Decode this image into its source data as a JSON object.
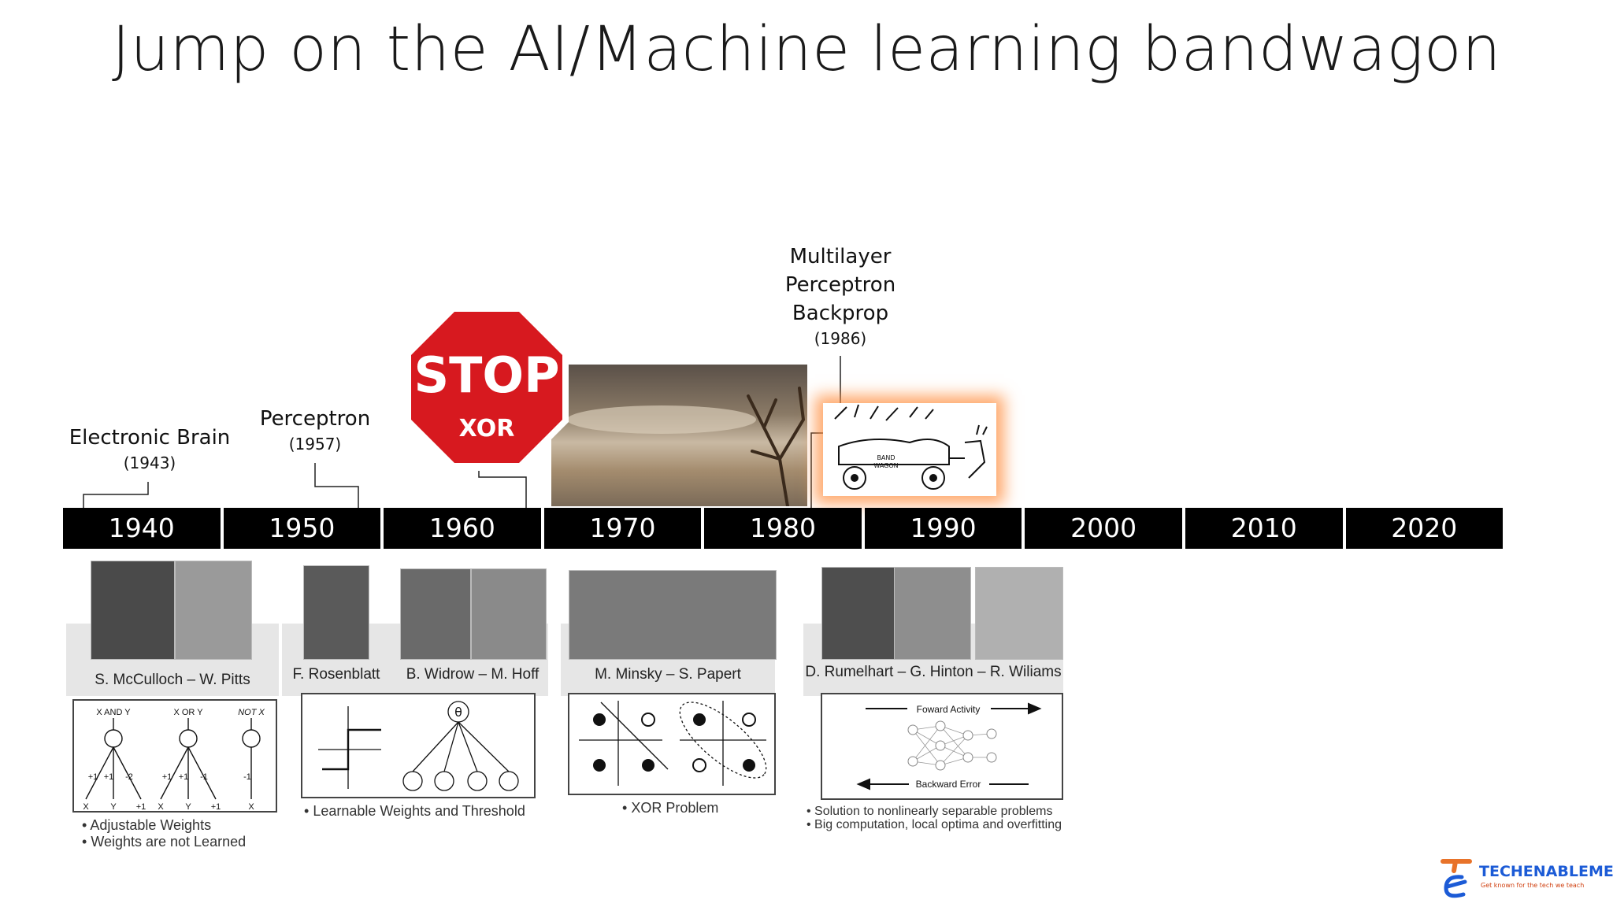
{
  "slide": {
    "title": "Jump on the AI/Machine learning bandwagon"
  },
  "events": {
    "electronic_brain": {
      "name": "Electronic Brain",
      "year": "(1943)"
    },
    "perceptron": {
      "name": "Perceptron",
      "year": "(1957)"
    },
    "multilayer": {
      "line1": "Multilayer",
      "line2": "Perceptron",
      "line3": "Backprop",
      "year": "(1986)"
    }
  },
  "stop_sign": {
    "word": "STOP",
    "sub": "XOR",
    "color": "#d7191f"
  },
  "bandwagon": {
    "label1": "BAND",
    "label2": "WAGON"
  },
  "timeline": {
    "decades": [
      "1940",
      "1950",
      "1960",
      "1970",
      "1980",
      "1990",
      "2000",
      "2010",
      "2020"
    ]
  },
  "panels": {
    "mcculloch": {
      "caption": "S. McCulloch – W. Pitts",
      "gates": [
        "X AND Y",
        "X OR Y",
        "NOT X"
      ],
      "weights_and": [
        "+1",
        "+1",
        "-2"
      ],
      "weights_or": [
        "+1",
        "+1",
        "-1"
      ],
      "weights_not": [
        "-1"
      ],
      "inputs_and": [
        "X",
        "Y",
        "+1"
      ],
      "inputs_or": [
        "X",
        "Y",
        "+1"
      ],
      "inputs_not": [
        "X"
      ],
      "bullets": [
        "Adjustable Weights",
        "Weights are not Learned"
      ]
    },
    "rosenblatt": {
      "caption1": "F. Rosenblatt",
      "caption2": "B. Widrow – M. Hoff",
      "theta": "θ",
      "bullets": [
        "Learnable Weights  and Threshold"
      ]
    },
    "minsky": {
      "caption": "M. Minsky – S. Papert",
      "bullets": [
        "XOR Problem"
      ]
    },
    "rumelhart": {
      "caption": "D. Rumelhart – G. Hinton – R. Wiliams",
      "forward": "Foward Activity",
      "backward": "Backward Error",
      "bullets": [
        "Solution to nonlinearly separable problems",
        "Big computation, local optima and overfitting"
      ]
    }
  },
  "logo": {
    "name": "TECHENABLEMENT",
    "tagline": "Get known for the tech we teach"
  },
  "colors": {
    "timeline_bg": "#000000",
    "accent_orange": "#ff8c3c",
    "logo_blue": "#1c5bd6",
    "stop_red": "#d7191f"
  }
}
